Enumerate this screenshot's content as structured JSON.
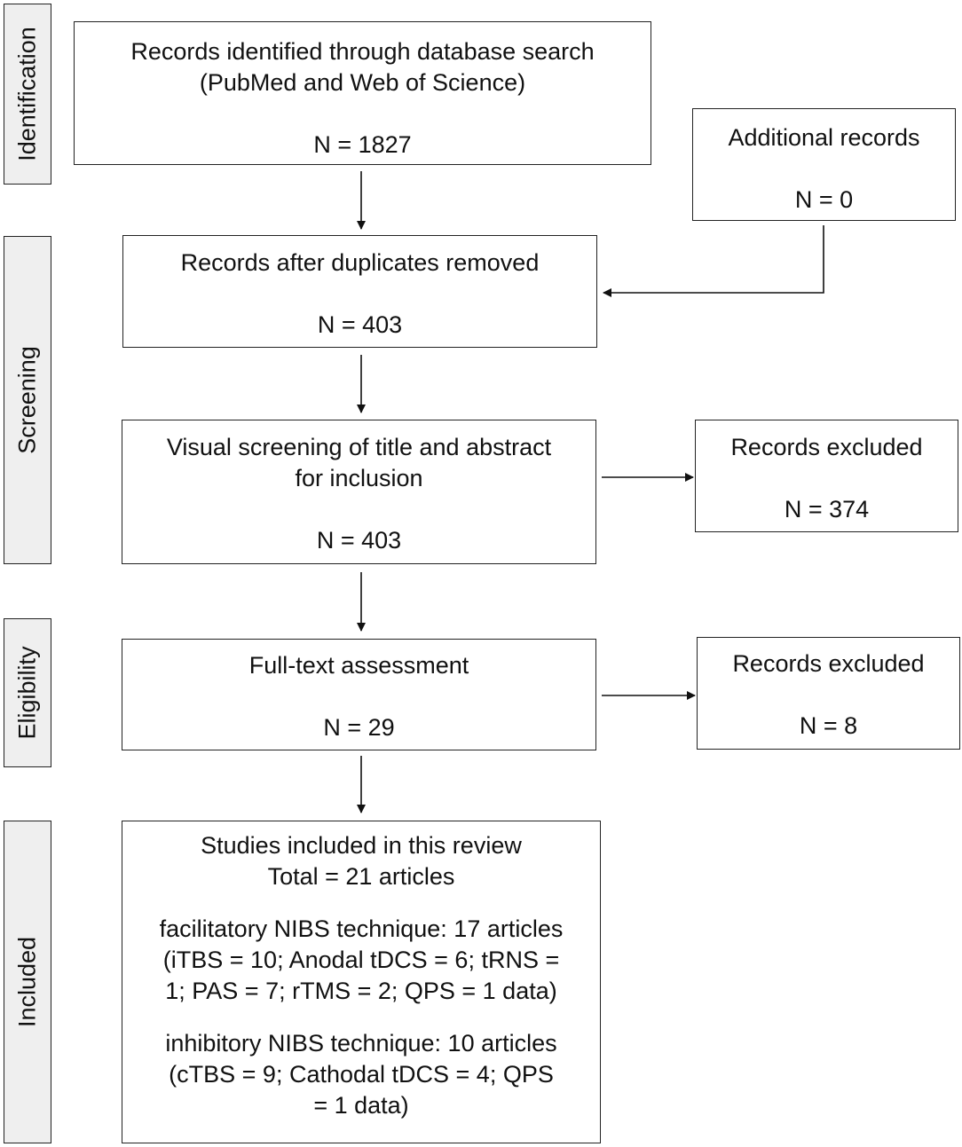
{
  "phases": {
    "identification": "Identification",
    "screening": "Screening",
    "eligibility": "Eligibility",
    "included": "Included"
  },
  "boxes": {
    "identified": {
      "line1": "Records identified through database search",
      "line2": "(PubMed and Web of Science)",
      "count": "N = 1827"
    },
    "additional": {
      "line1": "Additional records",
      "count": "N = 0"
    },
    "duplicates_removed": {
      "line1": "Records after duplicates removed",
      "count": "N = 403"
    },
    "visual_screening": {
      "line1": "Visual screening of title and abstract",
      "line2": "for inclusion",
      "count": "N = 403"
    },
    "excluded_screening": {
      "line1": "Records excluded",
      "count": "N = 374"
    },
    "full_text": {
      "line1": "Full-text assessment",
      "count": "N = 29"
    },
    "excluded_eligibility": {
      "line1": "Records excluded",
      "count": "N = 8"
    },
    "included": {
      "line1": "Studies included in this review",
      "line2": "Total = 21 articles",
      "facilitatory": [
        "facilitatory NIBS technique: 17 articles",
        "(iTBS = 10; Anodal tDCS = 6; tRNS =",
        "1; PAS = 7; rTMS = 2; QPS = 1 data)"
      ],
      "inhibitory": [
        "inhibitory NIBS technique: 10 articles",
        "(cTBS = 9; Cathodal tDCS = 4; QPS",
        "= 1 data)"
      ]
    }
  }
}
